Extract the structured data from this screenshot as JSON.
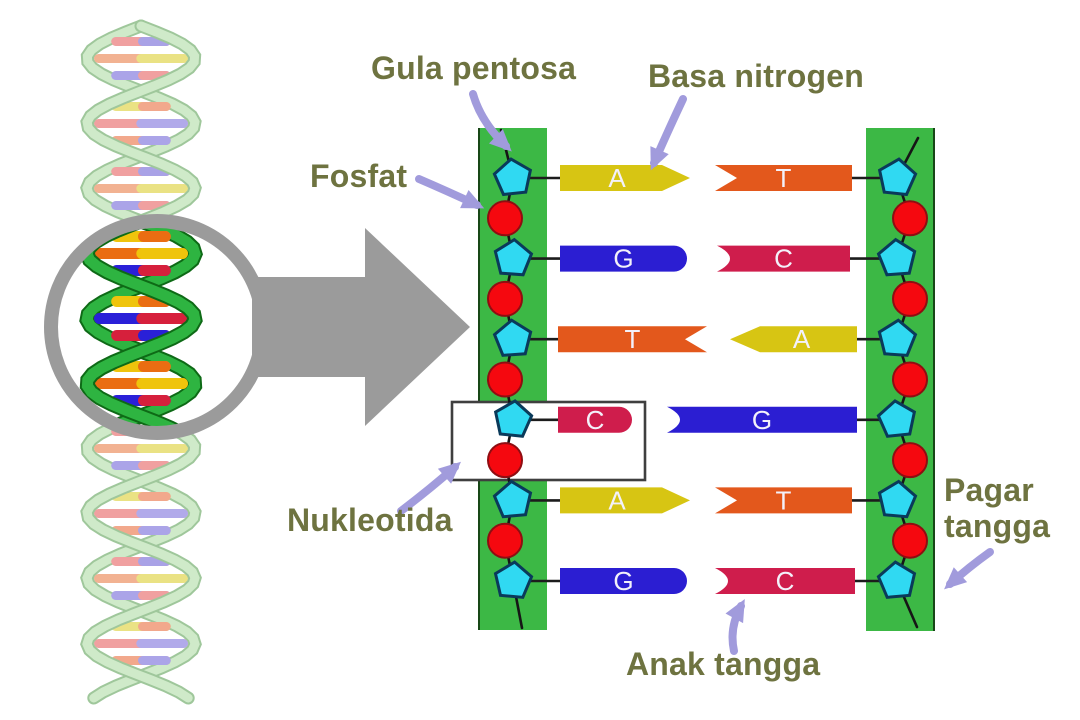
{
  "diagram": {
    "title_hidden": "",
    "labels": {
      "gula_pentosa": "Gula pentosa",
      "basa_nitrogen": "Basa nitrogen",
      "fosfat": "Fosfat",
      "nukleotida": "Nukleotida",
      "anak_tangga": "Anak tangga",
      "pagar_tangga": "Pagar tangga"
    },
    "ladder": {
      "rows": [
        {
          "left": {
            "letter": "A",
            "color": "#d7c513",
            "shape": "arrow-right"
          },
          "right": {
            "letter": "T",
            "color": "#e3581c",
            "shape": "notch-left"
          }
        },
        {
          "left": {
            "letter": "G",
            "color": "#2b1ed2",
            "shape": "round-right"
          },
          "right": {
            "letter": "C",
            "color": "#cf1d4c",
            "shape": "concave-left"
          }
        },
        {
          "left": {
            "letter": "T",
            "color": "#e3581c",
            "shape": "notch-right"
          },
          "right": {
            "letter": "A",
            "color": "#d7c513",
            "shape": "arrow-left"
          }
        },
        {
          "left": {
            "letter": "C",
            "color": "#cf1d4c",
            "shape": "round-right"
          },
          "right": {
            "letter": "G",
            "color": "#2b1ed2",
            "shape": "concave-left"
          }
        },
        {
          "left": {
            "letter": "A",
            "color": "#d7c513",
            "shape": "arrow-right"
          },
          "right": {
            "letter": "T",
            "color": "#e3581c",
            "shape": "notch-left"
          }
        },
        {
          "left": {
            "letter": "G",
            "color": "#2b1ed2",
            "shape": "round-right"
          },
          "right": {
            "letter": "C",
            "color": "#cf1d4c",
            "shape": "concave-left"
          }
        }
      ]
    },
    "palette": {
      "rail_green": "#3cb845",
      "sugar_cyan": "#30d9f2",
      "sugar_outline": "#0a3a5a",
      "phosphate_red": "#f5080f",
      "phosphate_outline": "#8f0d12",
      "label_olive": "#6e7340",
      "arrow_lavender": "#a19bdc",
      "magnifier_gray": "#9b9b9b",
      "adenine_yellow": "#d7c513",
      "thymine_orange": "#e3581c",
      "guanine_blue": "#2b1ed2",
      "cytosine_crimson": "#cf1d4c"
    },
    "helix": {
      "pale_rung_pairs": [
        [
          "#f0a0a0",
          "#a9a2e6"
        ],
        [
          "#f2b292",
          "#eae284"
        ],
        [
          "#aba4e8",
          "#f0a0a0"
        ],
        [
          "#eae284",
          "#f2a88c"
        ],
        [
          "#f0a0a0",
          "#b1aaea"
        ],
        [
          "#f2a88c",
          "#aba4e8"
        ]
      ],
      "vivid_rung_pairs": [
        [
          "#efc40c",
          "#ea6d12"
        ],
        [
          "#2a20d8",
          "#d6203c"
        ],
        [
          "#d6203c",
          "#2a20d8"
        ],
        [
          "#efc40c",
          "#ea6d12"
        ],
        [
          "#ea6d12",
          "#efc40c"
        ],
        [
          "#2a20d8",
          "#d6203c"
        ]
      ]
    }
  }
}
